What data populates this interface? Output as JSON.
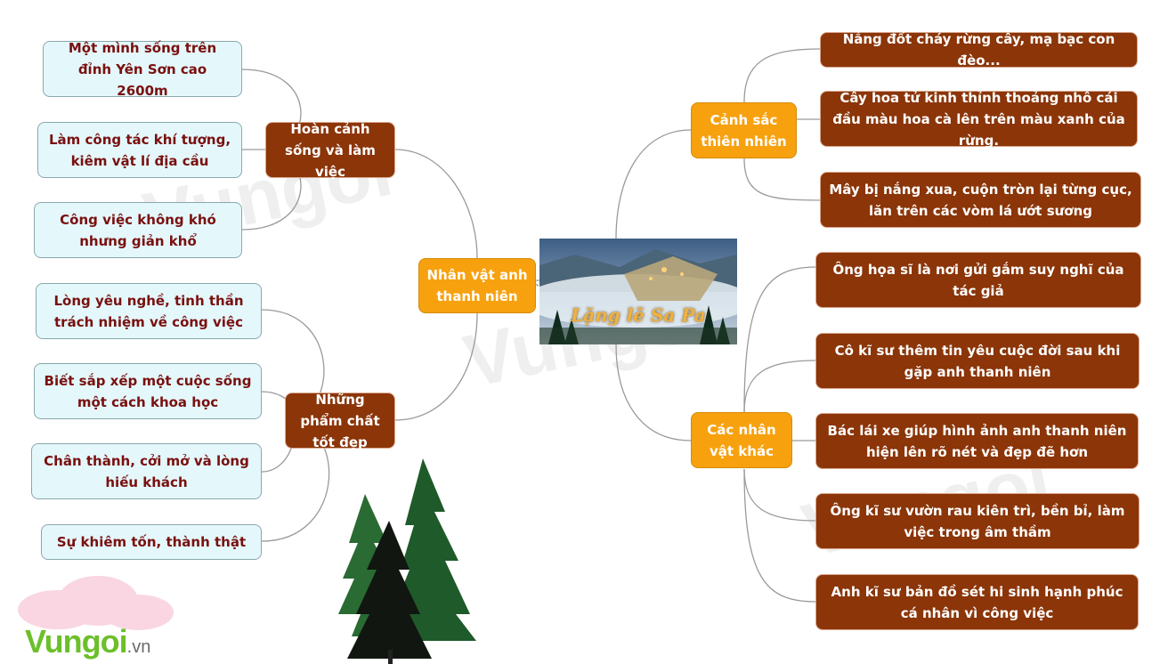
{
  "center": {
    "title": "Lặng lẽ Sa Pa"
  },
  "left": {
    "main_branch": "Nhân vật anh thanh niên",
    "groups": [
      {
        "label": "Hoàn cảnh sống và làm việc",
        "items": [
          "Một mình sống trên đỉnh Yên Sơn cao 2600m",
          "Làm công tác khí tượng, kiêm vật lí địa cầu",
          "Công việc không khó nhưng giản khổ"
        ]
      },
      {
        "label": "Những phẩm chất tốt đẹp",
        "items": [
          "Lòng yêu nghề, tinh thần trách nhiệm về công việc",
          "Biết sắp xếp một cuộc sống một cách khoa học",
          "Chân thành, cởi mở và lòng hiếu khách",
          "Sự khiêm tốn, thành thật"
        ]
      }
    ]
  },
  "right": {
    "groups": [
      {
        "label": "Cảnh sắc thiên nhiên",
        "items": [
          "Nắng đốt cháy rừng cây, mạ bạc con đèo...",
          "Cây hoa tử kinh thỉnh thoảng nhô cái đầu màu hoa cà lên trên màu xanh của rừng.",
          "Mây bị nắng xua, cuộn tròn lại từng cục, lăn trên các vòm lá ướt sương"
        ]
      },
      {
        "label": "Các nhân vật khác",
        "items": [
          "Ông họa sĩ là nơi gửi gắm suy nghĩ của tác giả",
          "Cô kĩ sư thêm tin yêu cuộc đời sau khi gặp anh thanh niên",
          "Bác lái xe giúp hình ảnh anh thanh niên hiện lên rõ nét và đẹp đẽ hơn",
          "Ông kĩ sư vườn rau kiên trì, bền bỉ, làm việc trong âm thầm",
          "Anh kĩ sư bản đồ sét hi sinh hạnh phúc cá nhân vì công việc"
        ]
      }
    ]
  },
  "logo": {
    "main": "Vungoi",
    "suffix": ".vn"
  },
  "colors": {
    "leaf_light_bg": "#e4f8fb",
    "dark_brown": "#8b3508",
    "orange": "#f7a10f",
    "connector": "#9a9a9a",
    "tree_green": "#1f5a2a"
  },
  "icons": [
    "tree-illustration",
    "cloud-logo-icon"
  ]
}
